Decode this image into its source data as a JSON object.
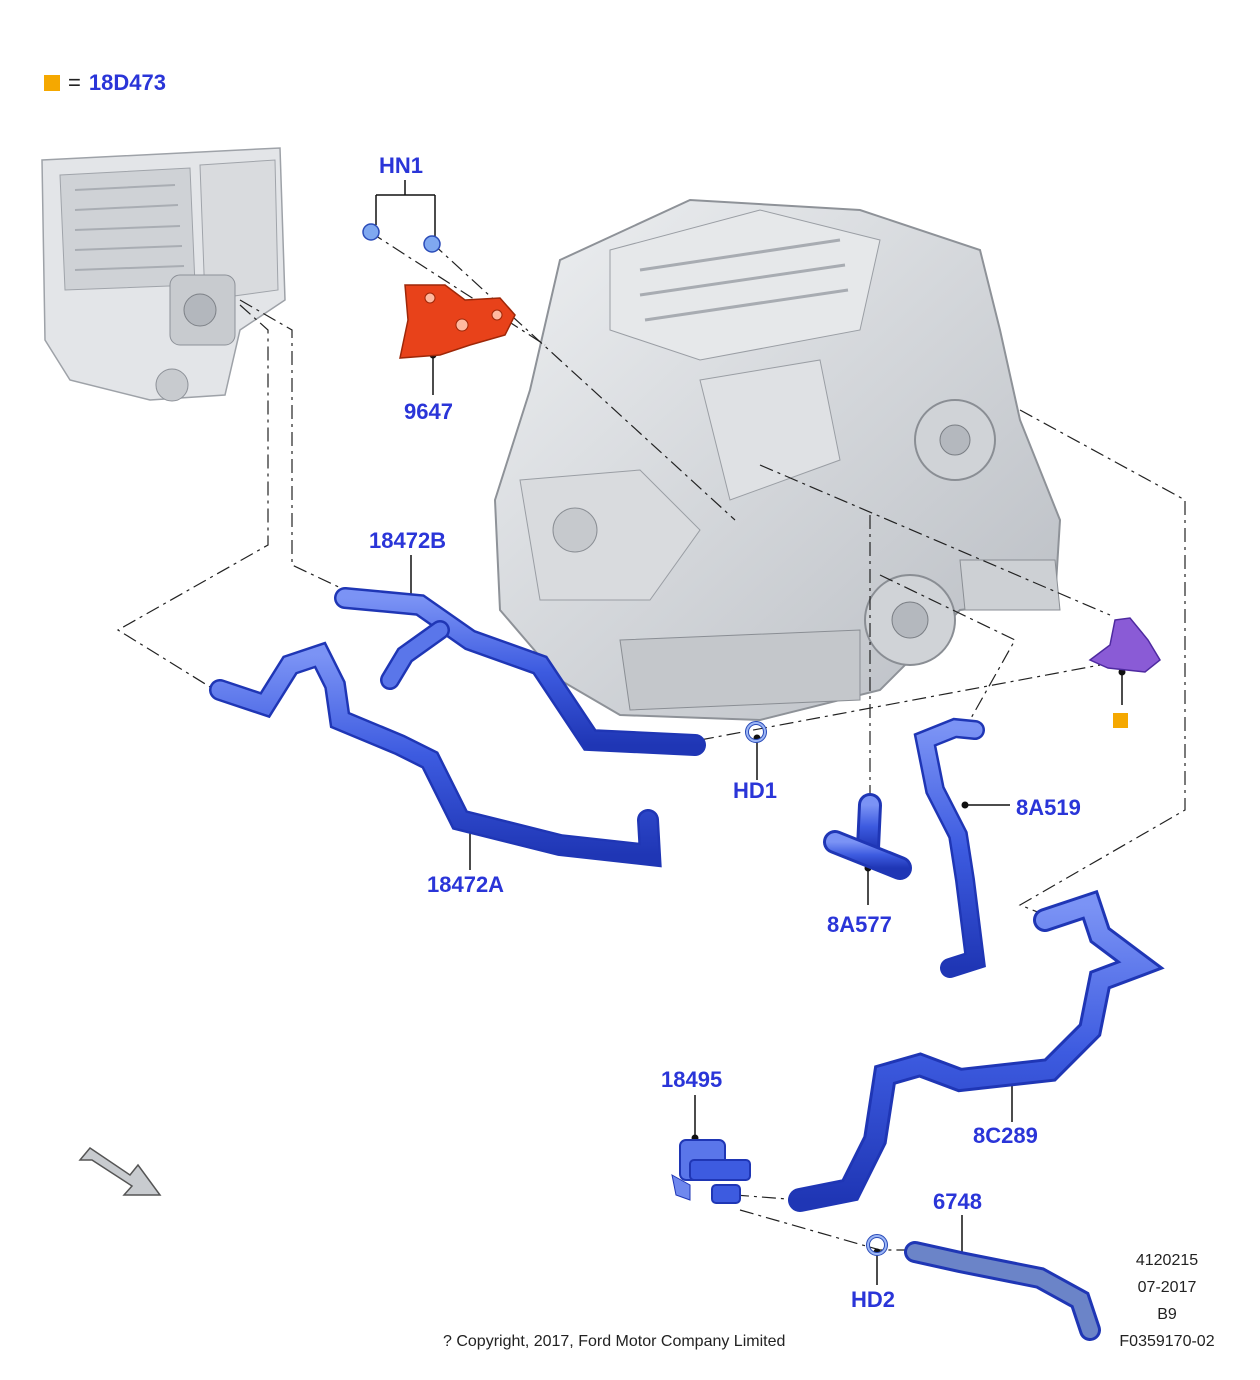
{
  "legend": {
    "symbol_color": "#f5a800",
    "equals": "=",
    "code": "18D473"
  },
  "callouts": {
    "hn1": "HN1",
    "p9647": "9647",
    "p18472b": "18472B",
    "p18472a": "18472A",
    "hd1": "HD1",
    "p8a519": "8A519",
    "p8a577": "8A577",
    "p18495": "18495",
    "p8c289": "8C289",
    "p6748": "6748",
    "hd2": "HD2"
  },
  "footer": {
    "copyright": "? Copyright, 2017, Ford Motor Company Limited",
    "ref_number": "4120215",
    "date": "07-2017",
    "code": "B9",
    "figure_id": "F0359170-02"
  },
  "colors": {
    "callout_text": "#2a35d8",
    "hose_blue": "#3d5be0",
    "bracket_red": "#e8421a",
    "bracket_purple": "#8a5bd6",
    "engine_gray": "#d6d8dc",
    "yellow_marker": "#f5a800"
  },
  "icons": {
    "direction_arrow": "front-direction-arrow-icon"
  }
}
